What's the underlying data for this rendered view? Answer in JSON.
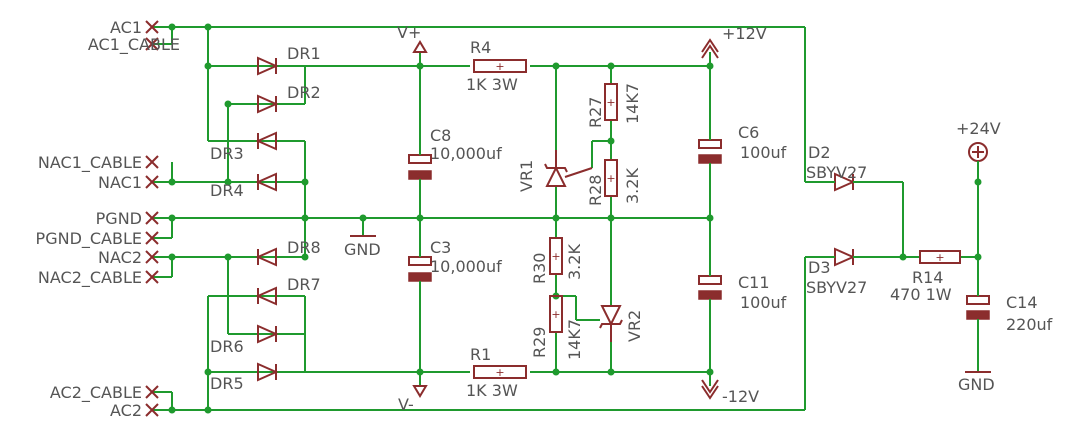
{
  "schematic": {
    "ports": {
      "ac1": "AC1",
      "ac1_cable": "AC1_CABLE",
      "nac1_cable": "NAC1_CABLE",
      "nac1": "NAC1",
      "pgnd": "PGND",
      "pgnd_cable": "PGND_CABLE",
      "nac2": "NAC2",
      "nac2_cable": "NAC2_CABLE",
      "ac2_cable": "AC2_CABLE",
      "ac2": "AC2"
    },
    "diodes": {
      "dr1": "DR1",
      "dr2": "DR2",
      "dr3": "DR3",
      "dr4": "DR4",
      "dr5": "DR5",
      "dr6": "DR6",
      "dr7": "DR7",
      "dr8": "DR8"
    },
    "rails": {
      "vplus": "V+",
      "vminus": "V-",
      "plus12": "+12V",
      "minus12": "-12V",
      "gnd1": "GND",
      "gnd2": "GND",
      "plus24": "+24V"
    },
    "resistors": {
      "r4_name": "R4",
      "r4_value": "1K 3W",
      "r1_name": "R1",
      "r1_value": "1K 3W",
      "r27_name": "R27",
      "r27_value": "14K7",
      "r28_name": "R28",
      "r28_value": "3.2K",
      "r30_name": "R30",
      "r30_value": "3.2K",
      "r29_name": "R29",
      "r29_value": "14K7",
      "r14_name": "R14",
      "r14_value": "470 1W"
    },
    "capacitors": {
      "c8_name": "C8",
      "c8_value": "10,000uf",
      "c3_name": "C3",
      "c3_value": "10,000uf",
      "c6_name": "C6",
      "c6_value": "100uf",
      "c11_name": "C11",
      "c11_value": "100uf",
      "c14_name": "C14",
      "c14_value": "220uf"
    },
    "regulators": {
      "vr1": "VR1",
      "vr2": "VR2"
    },
    "zeners": {
      "d2_name": "D2",
      "d2_value": "SBYV27",
      "d3_name": "D3",
      "d3_value": "SBYV27"
    }
  }
}
